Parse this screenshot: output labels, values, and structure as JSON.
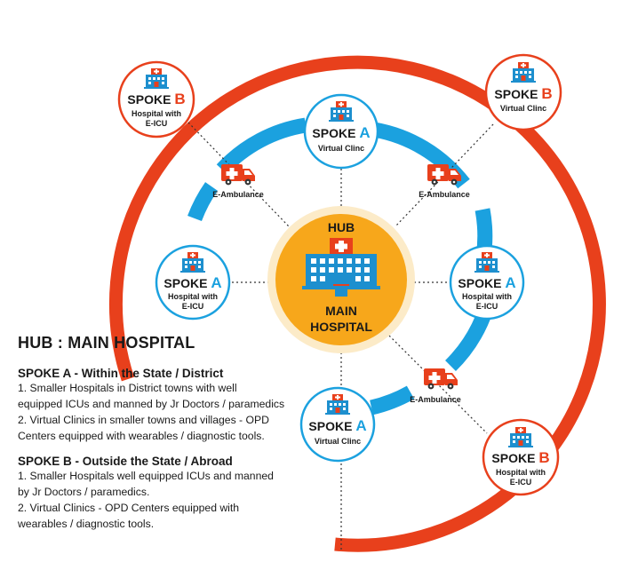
{
  "colors": {
    "outer_arc": "#E8401C",
    "inner_arc": "#1BA1DF",
    "hub_fill": "#F7A71B",
    "hub_ring": "#FCEBC8",
    "hospital_icon": "#1D8FCE",
    "spoke_b_accent": "#E8401C",
    "spoke_a_accent": "#1BA1DF",
    "text": "#1a1a1a"
  },
  "hub": {
    "label": "HUB",
    "title_line1": "MAIN",
    "title_line2": "HOSPITAL",
    "icon": "hospital-building-icon"
  },
  "spoke_a_nodes": [
    {
      "word": "SPOKE",
      "letter": "A",
      "sub1": "Virtual Clinc",
      "sub2": ""
    },
    {
      "word": "SPOKE",
      "letter": "A",
      "sub1": "Hospital with",
      "sub2": "E-ICU"
    },
    {
      "word": "SPOKE",
      "letter": "A",
      "sub1": "Hospital with",
      "sub2": "E-ICU"
    },
    {
      "word": "SPOKE",
      "letter": "A",
      "sub1": "Virtual Clinc",
      "sub2": ""
    }
  ],
  "spoke_b_nodes": [
    {
      "word": "SPOKE",
      "letter": "B",
      "sub1": "Hospital with",
      "sub2": "E-ICU"
    },
    {
      "word": "SPOKE",
      "letter": "B",
      "sub1": "Virtual Clinc",
      "sub2": ""
    },
    {
      "word": "SPOKE",
      "letter": "B",
      "sub1": "Hospital with",
      "sub2": "E-ICU"
    }
  ],
  "ambulances": [
    {
      "label": "E-Ambulance",
      "icon": "ambulance-icon"
    },
    {
      "label": "E-Ambulance",
      "icon": "ambulance-icon"
    },
    {
      "label": "E-Ambulance",
      "icon": "ambulance-icon"
    }
  ],
  "legend": {
    "title": "HUB : MAIN HOSPITAL",
    "spoke_a_heading": "SPOKE A - Within the State / District",
    "spoke_a_lines": [
      "1. Smaller Hospitals in District towns with well",
      "equipped ICUs and manned by Jr Doctors / paramedics",
      "2. Virtual Clinics in smaller towns and villages - OPD",
      "Centers equipped with wearables / diagnostic tools."
    ],
    "spoke_b_heading": "SPOKE B - Outside the State / Abroad",
    "spoke_b_lines": [
      "1. Smaller Hospitals well equipped ICUs and manned",
      "by Jr Doctors / paramedics.",
      "2. Virtual Clinics - OPD Centers equipped with",
      "wearables / diagnostic tools."
    ]
  }
}
